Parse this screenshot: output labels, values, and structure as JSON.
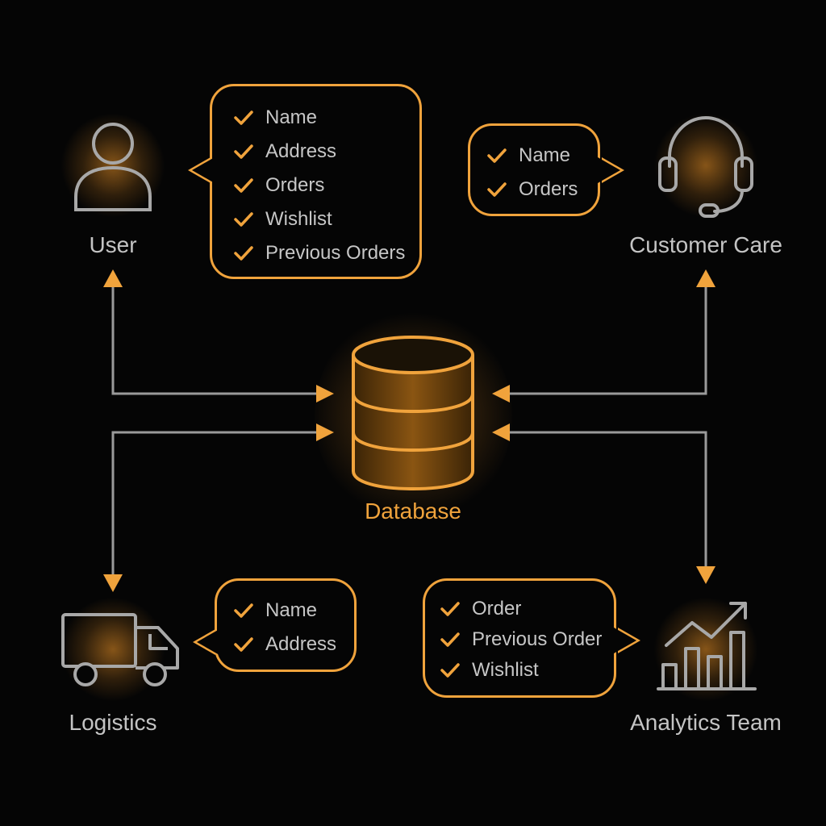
{
  "colors": {
    "accent": "#f0a33c",
    "connector": "#9a9a9a",
    "label": "#c4c4c4",
    "background": "#050505"
  },
  "nodes": {
    "user": {
      "label": "User",
      "icon": "user-icon"
    },
    "customer_care": {
      "label": "Customer Care",
      "icon": "headset-icon"
    },
    "database": {
      "label": "Database",
      "icon": "database-icon"
    },
    "logistics": {
      "label": "Logistics",
      "icon": "truck-icon"
    },
    "analytics": {
      "label": "Analytics Team",
      "icon": "growth-chart-icon"
    }
  },
  "bubbles": {
    "user": {
      "items": [
        "Name",
        "Address",
        "Orders",
        "Wishlist",
        "Previous Orders"
      ]
    },
    "customer_care": {
      "items": [
        "Name",
        "Orders"
      ]
    },
    "logistics": {
      "items": [
        "Name",
        "Address"
      ]
    },
    "analytics": {
      "items": [
        "Order",
        "Previous Order",
        "Wishlist"
      ]
    }
  }
}
